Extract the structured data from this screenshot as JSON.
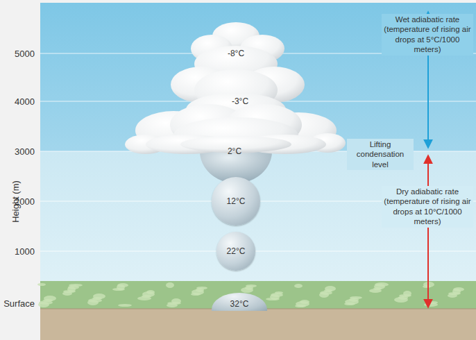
{
  "diagram": {
    "nodes": [
      {
        "text": [
          "-8°C",
          "-3°C",
          "2°C"
        ]
      },
      {
        "text": [
          "12°C"
        ]
      },
      {
        "text": [
          "22°C"
        ]
      },
      {
        "text": [
          "32°C"
        ]
      }
    ],
    "labels": [
      "5000",
      "4000",
      "3000",
      "2000",
      "1000",
      "Surface",
      "Height (m)",
      "Wet adiabatic rate (temperature of rising air drops at 5°C/1000 meters)",
      "Lifting condensation level",
      "Dry adiabatic rate (temperature of rising air drops at 10°C/1000 meters)"
    ]
  }
}
